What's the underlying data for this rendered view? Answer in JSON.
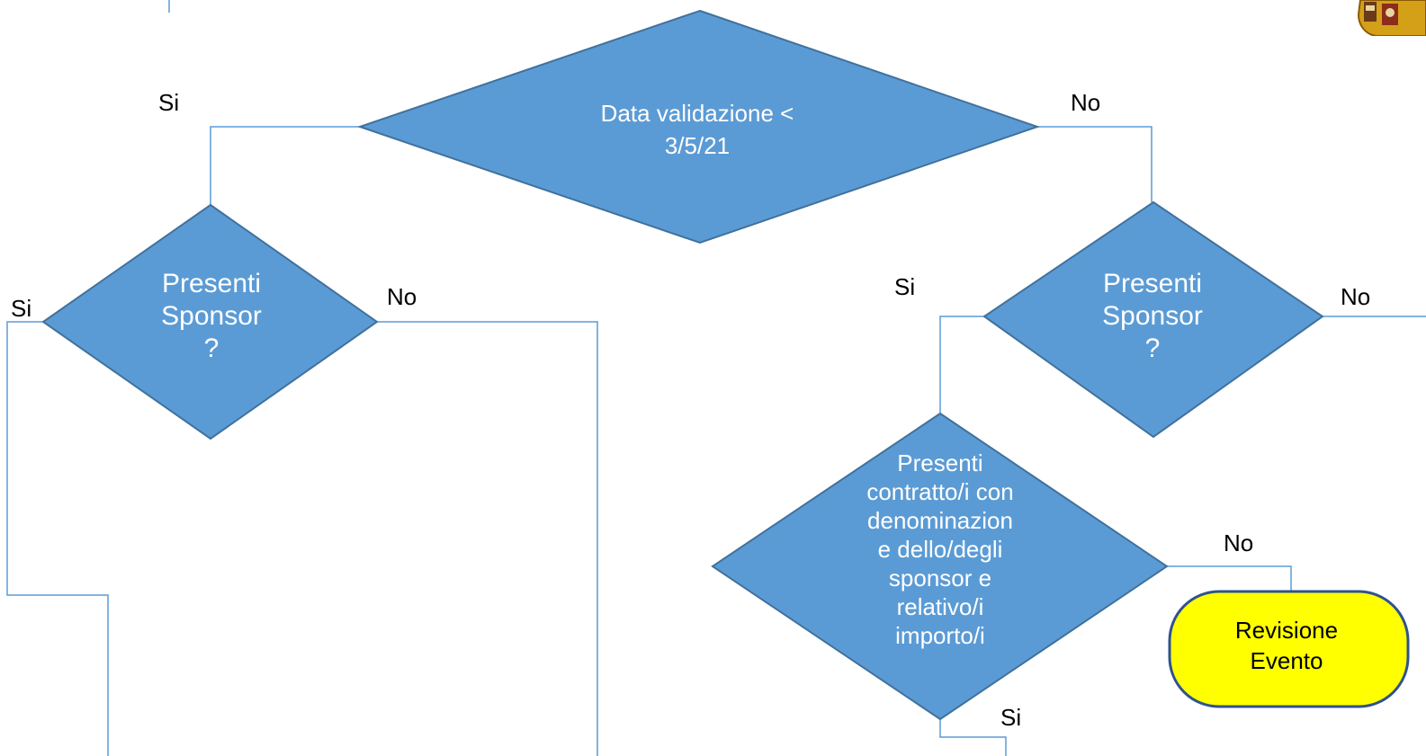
{
  "colors": {
    "decision_fill": "#5b9bd5",
    "decision_stroke": "#41719c",
    "connector": "#5b9bd5",
    "terminal_fill": "#ffff00",
    "terminal_stroke": "#2f528f",
    "text_on_shape": "#ffffff",
    "label_text": "#000000"
  },
  "nodes": {
    "top_decision": "Data validazione <\n3/5/21",
    "left_decision": "Presenti\nSponsor\n?",
    "right_decision": "Presenti\nSponsor\n?",
    "contract_decision": "Presenti\ncontratto/i con\ndenominazion\ne dello/degli\nsponsor e\nrelativo/i\nimporto/i",
    "terminal": "Revisione\nEvento"
  },
  "edge_labels": {
    "top_si": "Si",
    "top_no": "No",
    "left_si": "Si",
    "left_no": "No",
    "right_si": "Si",
    "right_no": "No",
    "contract_no": "No",
    "contract_si": "Si"
  }
}
